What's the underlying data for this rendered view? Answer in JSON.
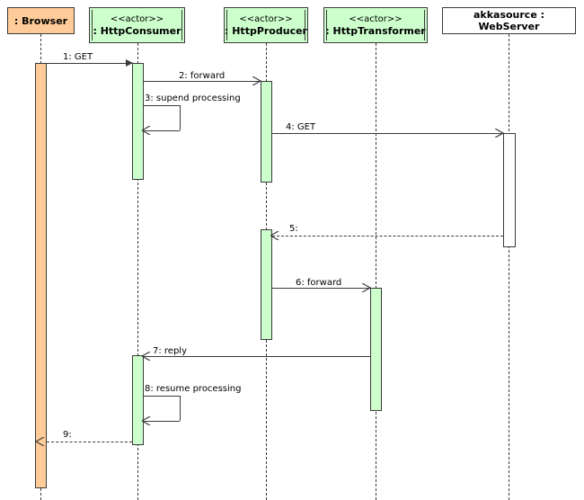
{
  "diagram": {
    "type": "uml-sequence-diagram",
    "background": "#ffffff",
    "colors": {
      "browser_fill": "#ffcc99",
      "actor_fill": "#ccffcc",
      "server_fill": "#ffffff",
      "line": "#3a3a3a"
    }
  },
  "lifelines": [
    {
      "id": "browser",
      "stereotype": "",
      "name": ": Browser",
      "kind": "object",
      "fill": "#ffcc99"
    },
    {
      "id": "httpconsumer",
      "stereotype": "<<actor>>",
      "name": ": HttpConsumer",
      "kind": "actor",
      "fill": "#ccffcc"
    },
    {
      "id": "httpproducer",
      "stereotype": "<<actor>>",
      "name": ": HttpProducer",
      "kind": "actor",
      "fill": "#ccffcc"
    },
    {
      "id": "httptransformer",
      "stereotype": "<<actor>>",
      "name": ": HttpTransformer",
      "kind": "actor",
      "fill": "#ccffcc"
    },
    {
      "id": "webserver",
      "stereotype": "",
      "name": "akkasource : WebServer",
      "kind": "object",
      "fill": "#ffffff"
    }
  ],
  "messages": [
    {
      "seq": "1",
      "label": "1: GET",
      "from": "browser",
      "to": "httpconsumer",
      "style": "solid",
      "arrow": "filled"
    },
    {
      "seq": "2",
      "label": "2: forward",
      "from": "httpconsumer",
      "to": "httpproducer",
      "style": "solid",
      "arrow": "open"
    },
    {
      "seq": "3",
      "label": "3: supend processing",
      "from": "httpconsumer",
      "to": "httpconsumer",
      "style": "solid",
      "arrow": "open",
      "self": true
    },
    {
      "seq": "4",
      "label": "4: GET",
      "from": "httpproducer",
      "to": "webserver",
      "style": "solid",
      "arrow": "open"
    },
    {
      "seq": "5",
      "label": "5:",
      "from": "webserver",
      "to": "httpproducer",
      "style": "dashed",
      "arrow": "open"
    },
    {
      "seq": "6",
      "label": "6: forward",
      "from": "httpproducer",
      "to": "httptransformer",
      "style": "solid",
      "arrow": "open"
    },
    {
      "seq": "7",
      "label": "7: reply",
      "from": "httptransformer",
      "to": "httpconsumer",
      "style": "solid",
      "arrow": "open"
    },
    {
      "seq": "8",
      "label": "8: resume processing",
      "from": "httpconsumer",
      "to": "httpconsumer",
      "style": "solid",
      "arrow": "open",
      "self": true
    },
    {
      "seq": "9",
      "label": "9:",
      "from": "httpconsumer",
      "to": "browser",
      "style": "dashed",
      "arrow": "open"
    }
  ]
}
